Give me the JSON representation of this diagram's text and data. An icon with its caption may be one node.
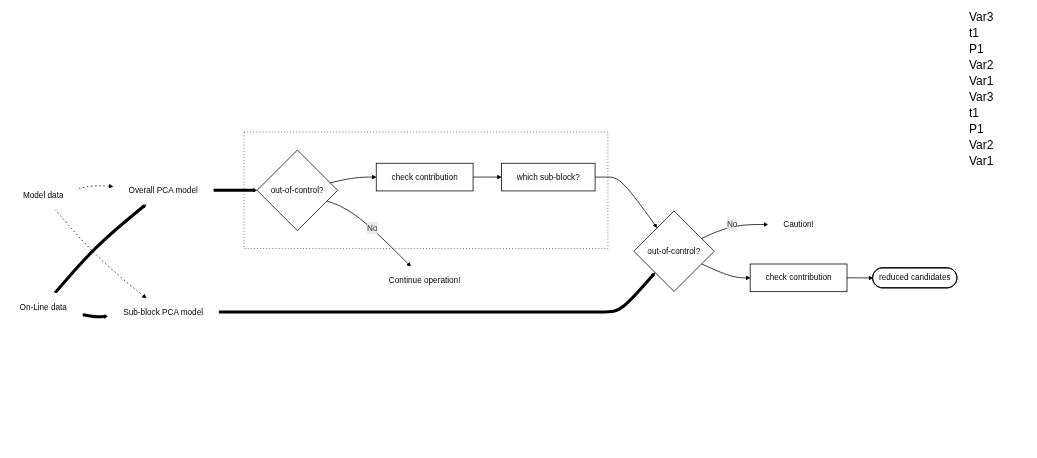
{
  "diagram": {
    "nodes": [
      {
        "text": [
          "Model data"
        ]
      },
      {
        "text": [
          "On-Line data"
        ]
      },
      {
        "text": [
          "Overall PCA model"
        ]
      },
      {
        "text": [
          "Sub-block PCA model"
        ]
      },
      {
        "text": [
          "Continue operation!"
        ]
      },
      {
        "text": [],
        "shape": "box"
      },
      {
        "text": [
          "out-of-control?"
        ],
        "in": 5
      },
      {
        "text": [
          "check contribution"
        ],
        "in": 5
      },
      {
        "text": [
          "which sub-block?"
        ],
        "in": 5
      },
      {
        "text": [
          "Caution!"
        ]
      },
      {
        "text": [
          "out-of-control?"
        ]
      },
      {
        "text": [
          "check contribution"
        ]
      },
      {
        "text": [
          "reduced candidates"
        ]
      }
    ],
    "edges": [
      {
        "from": 0,
        "to": 2,
        "arrow": "to",
        "style": "dashed"
      },
      {
        "from": 0,
        "to": 3,
        "arrow": "to",
        "style": "dashed"
      },
      {
        "from": 1,
        "to": 2,
        "arrow": "to",
        "style": "thick"
      },
      {
        "from": 1,
        "to": 3,
        "arrow": "to",
        "style": "thick"
      },
      {
        "from": 2,
        "to": 6,
        "arrow": "to",
        "style": "thick"
      },
      {
        "from": 6,
        "to": 4,
        "arrow": "to",
        "label": "No"
      },
      {
        "from": 6,
        "to": 7,
        "arrow": "to"
      },
      {
        "from": 7,
        "to": 8,
        "arrow": "to"
      },
      {
        "from": 8,
        "to": 10,
        "arrow": "to"
      },
      {
        "from": 3,
        "to": 10,
        "arrow": "to",
        "style": "thick"
      },
      {
        "from": 10,
        "to": 9,
        "arrow": "to",
        "label": "No"
      },
      {
        "from": 10,
        "to": 11,
        "arrow": "to"
      },
      {
        "from": 11,
        "to": 12,
        "arrow": "to"
      }
    ],
    "labels": [
      "Var3",
      "t1",
      "P1",
      "Var2",
      "Var1",
      "Var3",
      "t1",
      "P1",
      "Var2",
      "Var1"
    ]
  }
}
